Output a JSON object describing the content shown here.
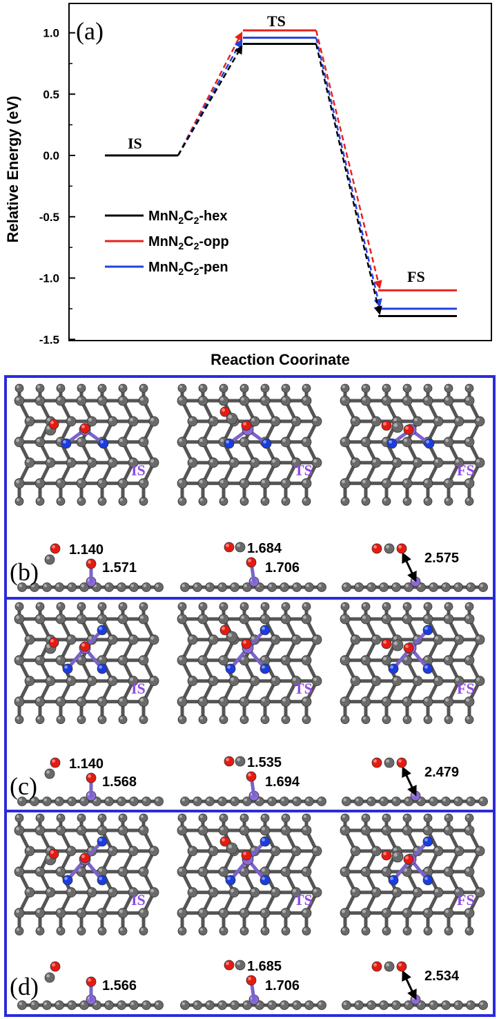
{
  "chart_data": {
    "type": "line",
    "panel_label": "(a)",
    "xlabel": "Reaction Coorinate",
    "ylabel": "Relative Energy (eV)",
    "ylim": [
      -1.5,
      1.2
    ],
    "yticks": [
      "1.0",
      "0.5",
      "0.0",
      "-0.5",
      "-1.0",
      "-1.5"
    ],
    "ytick_values": [
      1.0,
      0.5,
      0.0,
      -0.5,
      -1.0,
      -1.5
    ],
    "states": [
      "IS",
      "TS",
      "FS"
    ],
    "legend_position": "left-middle",
    "grid": false,
    "series": [
      {
        "name": "MnN2C2-hex",
        "color": "#000000",
        "values": [
          0.0,
          0.91,
          -1.31
        ]
      },
      {
        "name": "MnN2C2-opp",
        "color": "#e8201c",
        "values": [
          0.0,
          1.02,
          -1.1
        ]
      },
      {
        "name": "MnN2C2-pen",
        "color": "#2040e0",
        "values": [
          0.0,
          0.96,
          -1.25
        ]
      }
    ],
    "legend_entries": [
      {
        "prefix": "MnN",
        "sub1": "2",
        "mid": "C",
        "sub2": "2",
        "suffix": "-hex"
      },
      {
        "prefix": "MnN",
        "sub1": "2",
        "mid": "C",
        "sub2": "2",
        "suffix": "-opp"
      },
      {
        "prefix": "MnN",
        "sub1": "2",
        "mid": "C",
        "sub2": "2",
        "suffix": "-pen"
      }
    ]
  },
  "structures": {
    "panels": [
      {
        "letter": "(b)",
        "states": [
          "IS",
          "TS",
          "FS"
        ],
        "dists": {
          "is_co": "1.140",
          "is_mno": "1.571",
          "ts_co": "1.684",
          "ts_mno": "1.706",
          "fs": "2.575"
        }
      },
      {
        "letter": "(c)",
        "states": [
          "IS",
          "TS",
          "FS"
        ],
        "dists": {
          "is_co": "1.140",
          "is_mno": "1.568",
          "ts_co": "1.535",
          "ts_mno": "1.694",
          "fs": "2.479"
        }
      },
      {
        "letter": "(d)",
        "states": [
          "IS",
          "TS",
          "FS"
        ],
        "dists": {
          "is_co": "",
          "is_mno": "1.566",
          "ts_co": "1.685",
          "ts_mno": "1.706",
          "fs": "2.534"
        }
      }
    ],
    "colors": {
      "frame": "#2b2bdc",
      "carbon": "#6a6a6a",
      "nitrogen": "#1a3ce0",
      "manganese": "#8c6ad8",
      "oxygen": "#e81a10",
      "label": "#8d4ce6"
    }
  }
}
